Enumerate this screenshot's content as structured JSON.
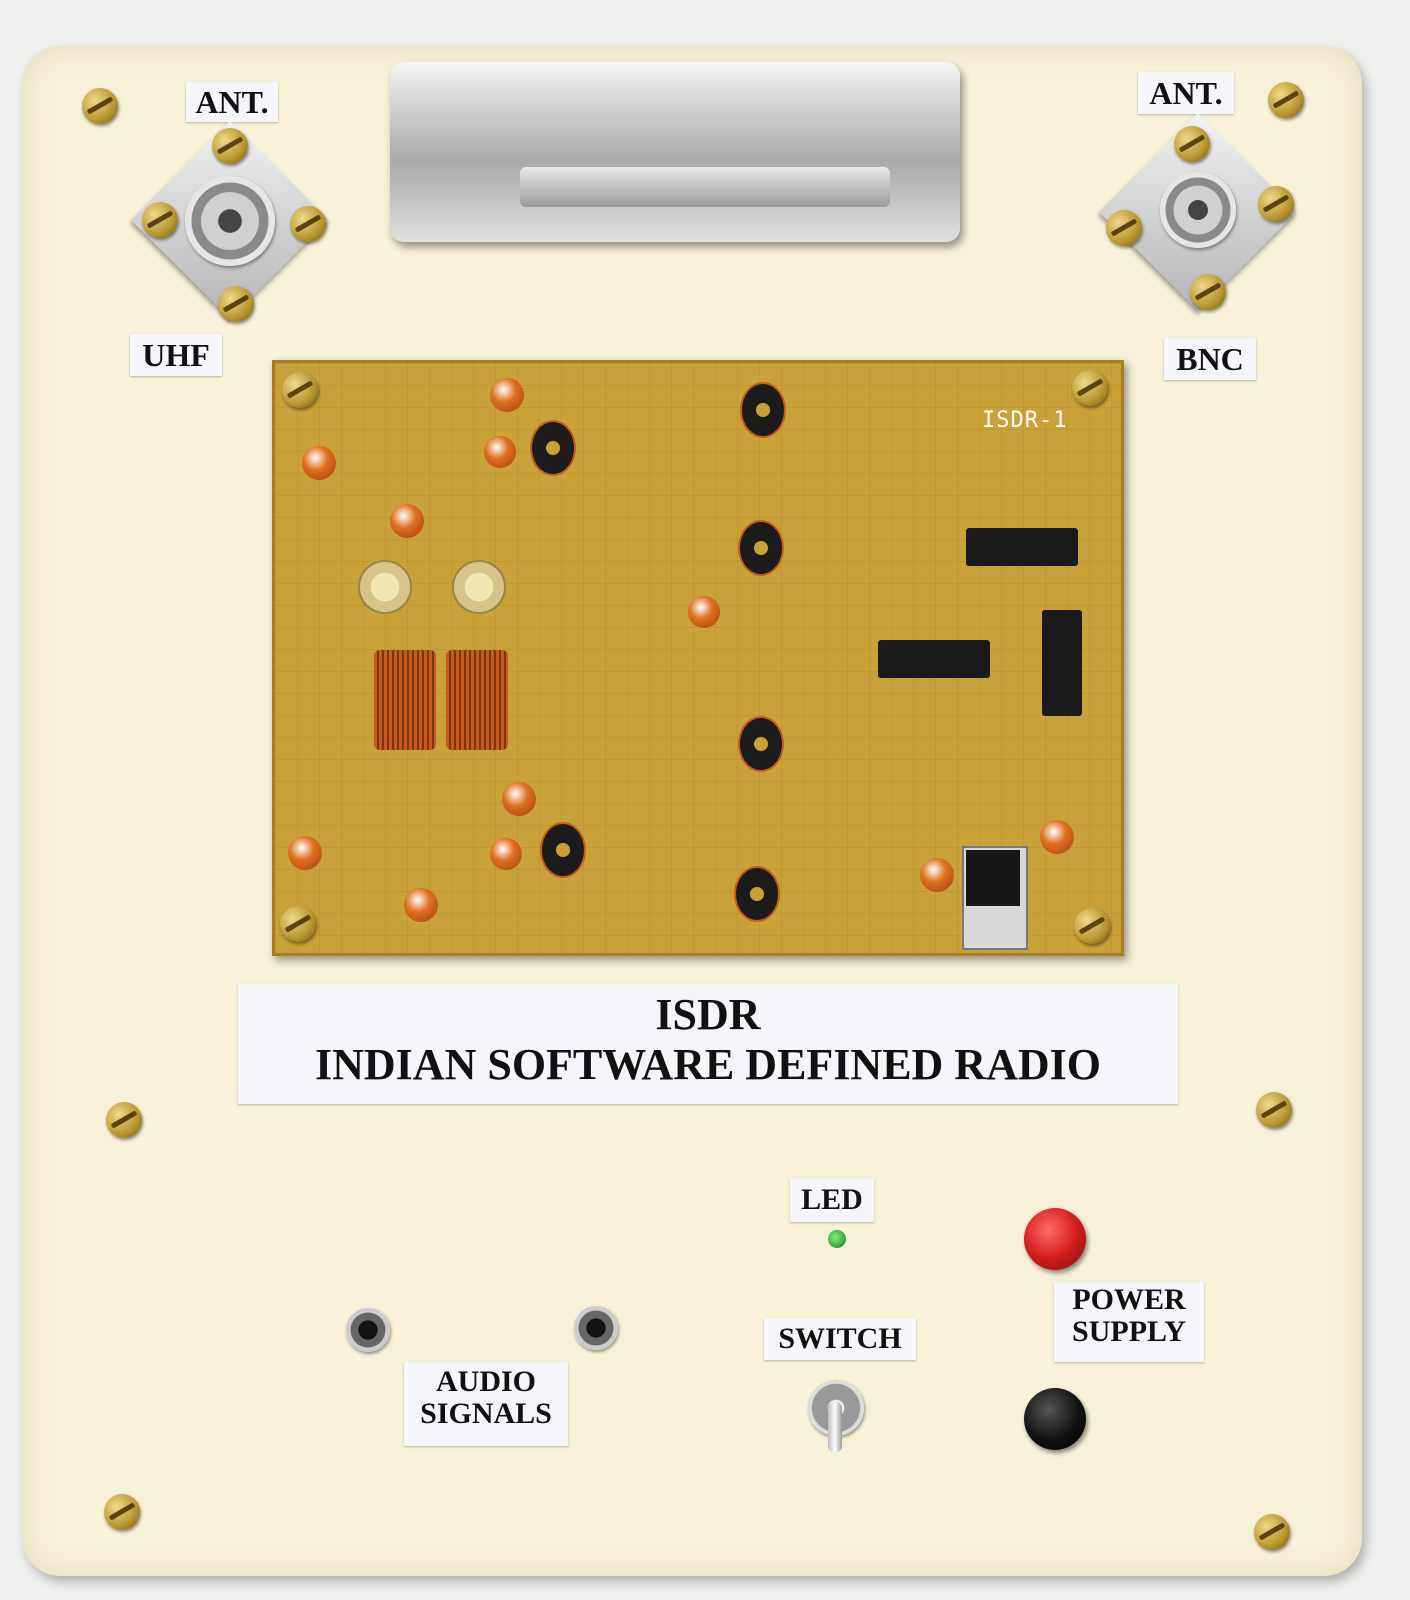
{
  "labels": {
    "ant_left": "ANT.",
    "ant_right": "ANT.",
    "uhf": "UHF",
    "bnc": "BNC",
    "pcb_title": "ISDR-1",
    "title_line1": "ISDR",
    "title_line2": "INDIAN SOFTWARE DEFINED RADIO",
    "led": "LED",
    "switch": "SWITCH",
    "audio_signals_1": "AUDIO",
    "audio_signals_2": "SIGNALS",
    "power_supply_1": "POWER",
    "power_supply_2": "SUPPLY"
  },
  "colors": {
    "board": "#f7f1d8",
    "pcb": "#c9a23a",
    "led": "#2ea82e",
    "positive_post": "#d51e1e",
    "negative_post": "#111111"
  }
}
